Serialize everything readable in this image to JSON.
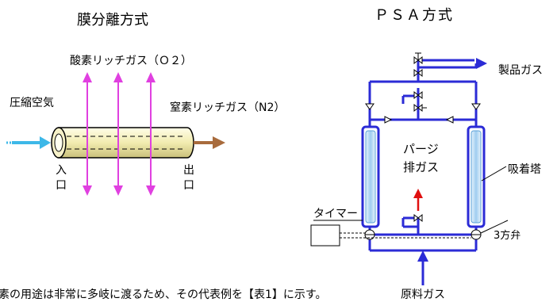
{
  "membrane": {
    "title": "膜分離方式",
    "o2_label": "酸素リッチガス（Ｏ２）",
    "n2_label": "窒素リッチガス（N2）",
    "compressed_air_label": "圧縮空気",
    "inlet_chars": [
      "入",
      "口"
    ],
    "outlet_chars": [
      "出",
      "口"
    ]
  },
  "psa": {
    "title": "ＰＳＡ方式",
    "product_gas_label": "製品ガス",
    "purge_lines": [
      "パージ",
      "排ガス"
    ],
    "adsorption_tower_label": "吸着塔",
    "timer_label": "タイマー",
    "three_way_valve_label": "3方弁",
    "raw_gas_label": "原料ガス"
  },
  "bottom_text": "素の用途は非常に多岐に渡るため、その代表例を【表1】に示す。",
  "colors": {
    "pipe": "#2b2bd6",
    "o2_arrow": "#e040e0",
    "inlet_arrow": "#3db8e8",
    "outlet_arrow": "#a86b3c",
    "tube_fill": "#fdfad2",
    "column_fill": "#cfe6f7",
    "purge_arrow": "#e01010"
  }
}
